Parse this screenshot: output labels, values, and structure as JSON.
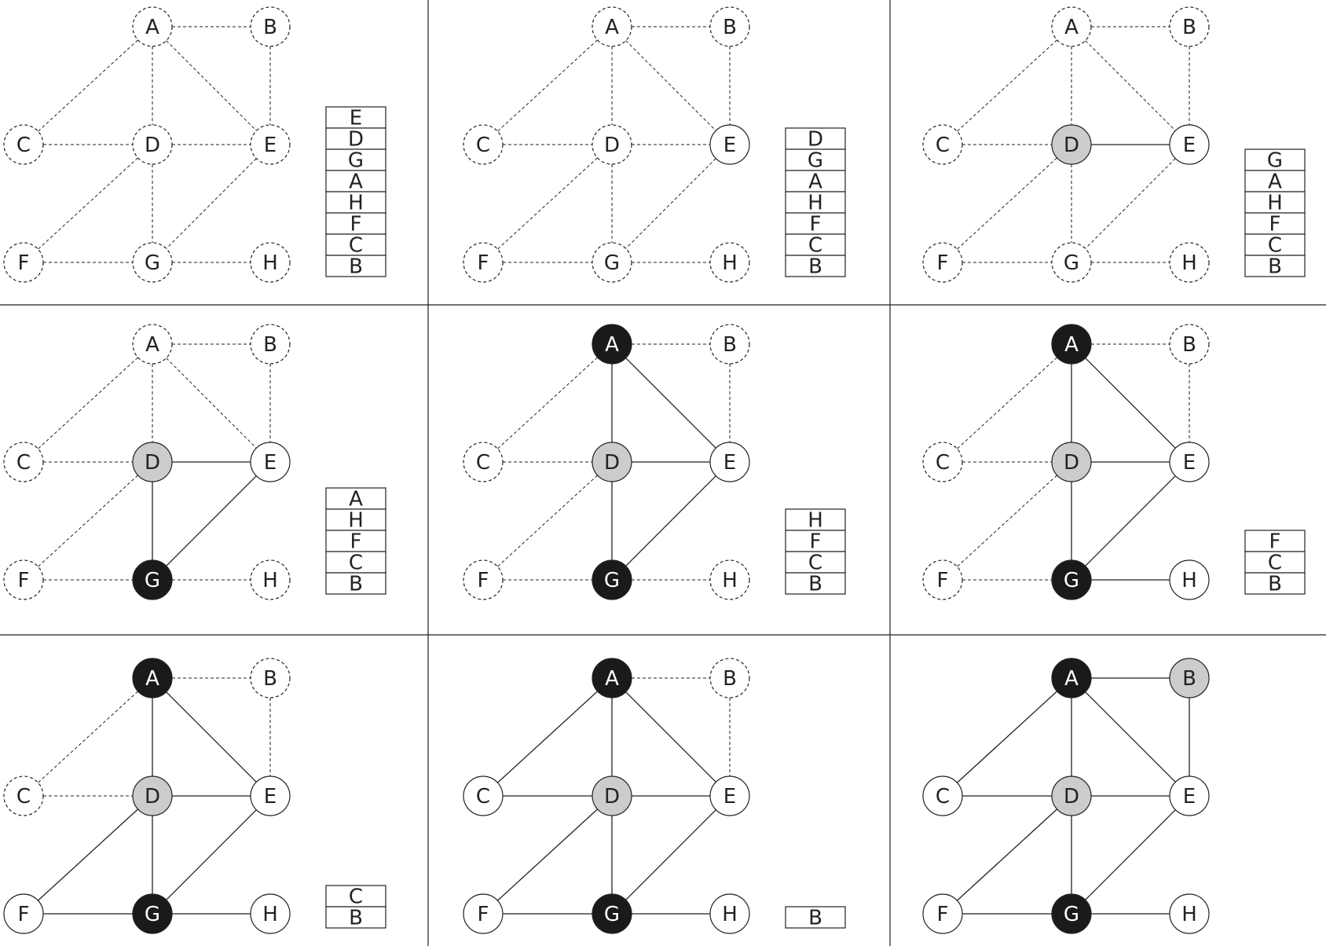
{
  "nodes": [
    "A",
    "B",
    "C",
    "D",
    "E",
    "F",
    "G",
    "H"
  ],
  "edges": [
    [
      "A",
      "B"
    ],
    [
      "A",
      "C"
    ],
    [
      "A",
      "D"
    ],
    [
      "A",
      "E"
    ],
    [
      "B",
      "E"
    ],
    [
      "C",
      "D"
    ],
    [
      "D",
      "E"
    ],
    [
      "D",
      "F"
    ],
    [
      "D",
      "G"
    ],
    [
      "E",
      "G"
    ],
    [
      "F",
      "G"
    ],
    [
      "G",
      "H"
    ]
  ],
  "colors": {
    "stroke": "#222222",
    "active_fill": "#ffffff",
    "gray_fill": "#cccccc",
    "black_fill": "#1a1a1a",
    "black_text": "#ffffff"
  },
  "panels": [
    {
      "node_states": {
        "A": "inactive",
        "B": "inactive",
        "C": "inactive",
        "D": "inactive",
        "E": "inactive",
        "F": "inactive",
        "G": "inactive",
        "H": "inactive"
      },
      "solid_edges": [],
      "stack": [
        "E",
        "D",
        "G",
        "A",
        "H",
        "F",
        "C",
        "B"
      ]
    },
    {
      "node_states": {
        "A": "inactive",
        "B": "inactive",
        "C": "inactive",
        "D": "inactive",
        "E": "white",
        "F": "inactive",
        "G": "inactive",
        "H": "inactive"
      },
      "solid_edges": [],
      "stack": [
        "D",
        "G",
        "A",
        "H",
        "F",
        "C",
        "B"
      ]
    },
    {
      "node_states": {
        "A": "inactive",
        "B": "inactive",
        "C": "inactive",
        "D": "gray",
        "E": "white",
        "F": "inactive",
        "G": "inactive",
        "H": "inactive"
      },
      "solid_edges": [
        [
          "D",
          "E"
        ]
      ],
      "stack": [
        "G",
        "A",
        "H",
        "F",
        "C",
        "B"
      ]
    },
    {
      "node_states": {
        "A": "inactive",
        "B": "inactive",
        "C": "inactive",
        "D": "gray",
        "E": "white",
        "F": "inactive",
        "G": "black",
        "H": "inactive"
      },
      "solid_edges": [
        [
          "D",
          "E"
        ],
        [
          "D",
          "G"
        ],
        [
          "E",
          "G"
        ]
      ],
      "stack": [
        "A",
        "H",
        "F",
        "C",
        "B"
      ]
    },
    {
      "node_states": {
        "A": "black",
        "B": "inactive",
        "C": "inactive",
        "D": "gray",
        "E": "white",
        "F": "inactive",
        "G": "black",
        "H": "inactive"
      },
      "solid_edges": [
        [
          "A",
          "D"
        ],
        [
          "A",
          "E"
        ],
        [
          "D",
          "E"
        ],
        [
          "D",
          "G"
        ],
        [
          "E",
          "G"
        ]
      ],
      "stack": [
        "H",
        "F",
        "C",
        "B"
      ]
    },
    {
      "node_states": {
        "A": "black",
        "B": "inactive",
        "C": "inactive",
        "D": "gray",
        "E": "white",
        "F": "inactive",
        "G": "black",
        "H": "white"
      },
      "solid_edges": [
        [
          "A",
          "D"
        ],
        [
          "A",
          "E"
        ],
        [
          "D",
          "E"
        ],
        [
          "D",
          "G"
        ],
        [
          "E",
          "G"
        ],
        [
          "G",
          "H"
        ]
      ],
      "stack": [
        "F",
        "C",
        "B"
      ]
    },
    {
      "node_states": {
        "A": "black",
        "B": "inactive",
        "C": "inactive",
        "D": "gray",
        "E": "white",
        "F": "white",
        "G": "black",
        "H": "white"
      },
      "solid_edges": [
        [
          "A",
          "D"
        ],
        [
          "A",
          "E"
        ],
        [
          "D",
          "E"
        ],
        [
          "D",
          "F"
        ],
        [
          "D",
          "G"
        ],
        [
          "E",
          "G"
        ],
        [
          "F",
          "G"
        ],
        [
          "G",
          "H"
        ]
      ],
      "stack": [
        "C",
        "B"
      ]
    },
    {
      "node_states": {
        "A": "black",
        "B": "inactive",
        "C": "white",
        "D": "gray",
        "E": "white",
        "F": "white",
        "G": "black",
        "H": "white"
      },
      "solid_edges": [
        [
          "A",
          "C"
        ],
        [
          "A",
          "D"
        ],
        [
          "A",
          "E"
        ],
        [
          "C",
          "D"
        ],
        [
          "D",
          "E"
        ],
        [
          "D",
          "F"
        ],
        [
          "D",
          "G"
        ],
        [
          "E",
          "G"
        ],
        [
          "F",
          "G"
        ],
        [
          "G",
          "H"
        ]
      ],
      "stack": [
        "B"
      ]
    },
    {
      "node_states": {
        "A": "black",
        "B": "gray",
        "C": "white",
        "D": "gray",
        "E": "white",
        "F": "white",
        "G": "black",
        "H": "white"
      },
      "solid_edges": [
        [
          "A",
          "B"
        ],
        [
          "A",
          "C"
        ],
        [
          "A",
          "D"
        ],
        [
          "A",
          "E"
        ],
        [
          "B",
          "E"
        ],
        [
          "C",
          "D"
        ],
        [
          "D",
          "E"
        ],
        [
          "D",
          "F"
        ],
        [
          "D",
          "G"
        ],
        [
          "E",
          "G"
        ],
        [
          "F",
          "G"
        ],
        [
          "G",
          "H"
        ]
      ],
      "stack": []
    }
  ]
}
